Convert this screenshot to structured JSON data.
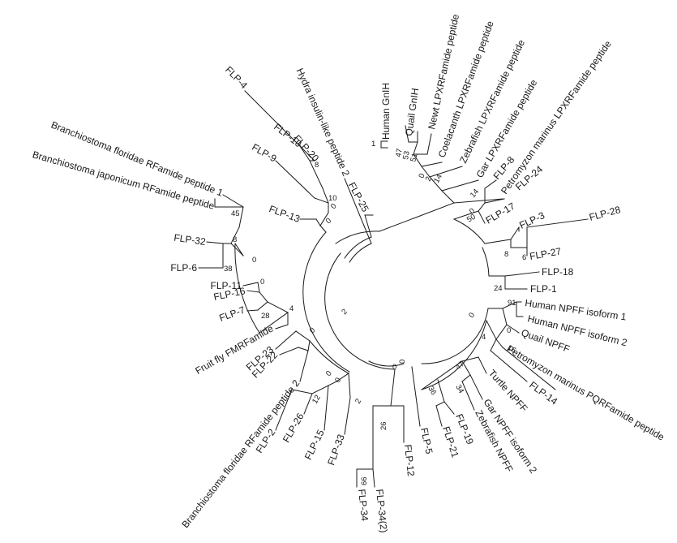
{
  "tree": {
    "taxa": {
      "human_gnih": "Human GnIH",
      "quail_gnih": "Quail GnIH",
      "newt_lpxrf": "Newt LPXRFamide peptide",
      "coelacanth_lpxrf": "Coelacanth LPXRFamide peptide",
      "zebrafish_lpxrf": "Zebrafish LPXRFamide peptide",
      "gar_lpxrf": "Gar LPXRFamide peptide",
      "petromyzon_lpxrf": "Petromyzon marinus LPXRFamide peptide",
      "flp8": "FLP-8",
      "flp24": "FLP-24",
      "flp17": "FLP-17",
      "flp3": "FLP-3",
      "flp28": "FLP-28",
      "flp27": "FLP-27",
      "flp18": "FLP-18",
      "flp1": "FLP-1",
      "human_npff1": "Human NPFF isoform 1",
      "human_npff2": "Human NPFF isoform 2",
      "quail_npff": "Quail NPFF",
      "petromyzon_pqrf": "Petromyzon marinus PQRFamide peptide",
      "flp14": "FLP-14",
      "turtle_npff": "Turtle NPFF",
      "gar_npff2": "Gar NPFF isoform 2",
      "zebrafish_npff": "Zebrafish NPFF",
      "flp19": "FLP-19",
      "flp21": "FLP-21",
      "flp5": "FLP-5",
      "flp12": "FLP-12",
      "flp34_2": "FLP-34(2)",
      "flp34": "FLP-34",
      "flp33": "FLP-33",
      "flp15": "FLP-15",
      "flp26": "FLP-26",
      "flp2": "FLP-2",
      "branch_floridae_2": "Branchiostoma floridae RFamide peptide 2",
      "flp22": "FLP-22",
      "flp23": "FLP-23",
      "fruit_fly": "Fruit fly FMRFamide",
      "flp7": "FLP-7",
      "flp16": "FLP-16",
      "flp11": "FLP-11",
      "flp6": "FLP-6",
      "flp32": "FLP-32",
      "branch_japonicum": "Branchiostoma japonicum RFamide peptide",
      "branch_floridae_1": "Branchiostoma floridae RFamide peptide 1",
      "flp13": "FLP-13",
      "flp9": "FLP-9",
      "flp10": "FLP-10",
      "flp20": "FLP-20",
      "flp4": "FLP-4",
      "flp25": "FLP-25",
      "hydra": "Hydra insulin-like peptide 2"
    },
    "bootstrap": {
      "b47": "47",
      "b53": "53",
      "b51": "51",
      "b0_newt": "0",
      "b2_coel": "2",
      "b14": "14",
      "b14b": "14",
      "b0_flp8": "0",
      "b50": "50",
      "b8": "8",
      "b6": "6",
      "b24": "24",
      "b0_npff": "0",
      "b91": "91",
      "b0_hn2": "0",
      "b4": "4",
      "b16": "16",
      "b47b": "47",
      "b34": "34",
      "b36": "36",
      "b0_mid": "0",
      "b26": "26",
      "b66": "66",
      "b0_flp15": "0",
      "b12": "12",
      "b2_flp33": "2",
      "b0_bf2": "0",
      "b0_flp23": "0",
      "b4b": "4",
      "b0_flp11": "0",
      "b28": "28",
      "b0_flp32": "0",
      "b8b": "8",
      "b45": "45",
      "b38": "38",
      "b0_flp13": "0",
      "b0_flp10": "0",
      "b10": "10",
      "b8c": "8",
      "b2_root": "2",
      "b0_right": "0",
      "b1": "1"
    }
  }
}
